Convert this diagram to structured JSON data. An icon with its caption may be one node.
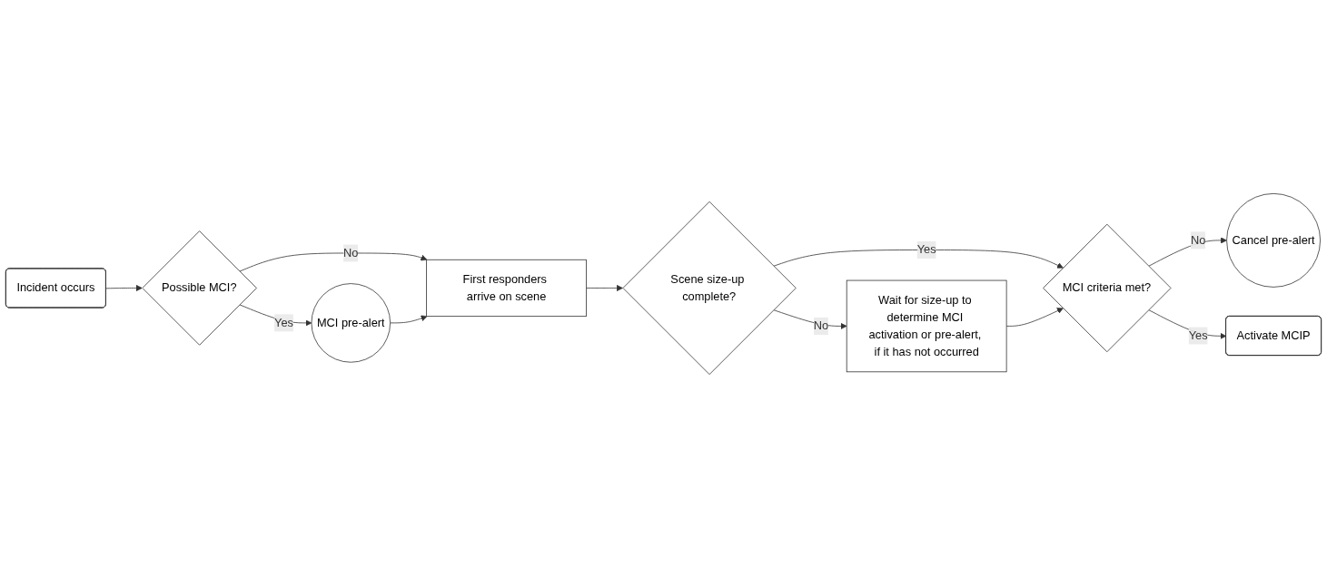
{
  "diagram": {
    "nodes": [
      {
        "text": [
          "Incident occurs"
        ]
      },
      {
        "text": [
          "Possible MCI?"
        ]
      },
      {
        "text": [
          "MCI pre-alert"
        ]
      },
      {
        "text": [
          "First responders arrive on scene"
        ]
      },
      {
        "text": [
          "Scene size-up complete?"
        ]
      },
      {
        "text": [
          "Wait for size-up to determine MCI activation or pre-alert, if it has not occurred"
        ]
      },
      {
        "text": [
          "MCI criteria met?"
        ]
      },
      {
        "text": [
          "Cancel pre-alert"
        ]
      },
      {
        "text": [
          "Activate MCIP"
        ]
      }
    ],
    "edges": [
      {
        "from": 0,
        "to": 1,
        "arrow": "to"
      },
      {
        "from": 1,
        "to": 3,
        "label": "No",
        "arrow": "to"
      },
      {
        "from": 1,
        "to": 2,
        "label": "Yes",
        "arrow": "to"
      },
      {
        "from": 2,
        "to": 3,
        "arrow": "to"
      },
      {
        "from": 3,
        "to": 4,
        "arrow": "to"
      },
      {
        "from": 4,
        "to": 5,
        "label": "No",
        "arrow": "to"
      },
      {
        "from": 4,
        "to": 6,
        "label": "Yes",
        "arrow": "to"
      },
      {
        "from": 5,
        "to": 6,
        "arrow": "to"
      },
      {
        "from": 6,
        "to": 7,
        "label": "No",
        "arrow": "to"
      },
      {
        "from": 6,
        "to": 8,
        "label": "Yes",
        "arrow": "to"
      }
    ]
  }
}
